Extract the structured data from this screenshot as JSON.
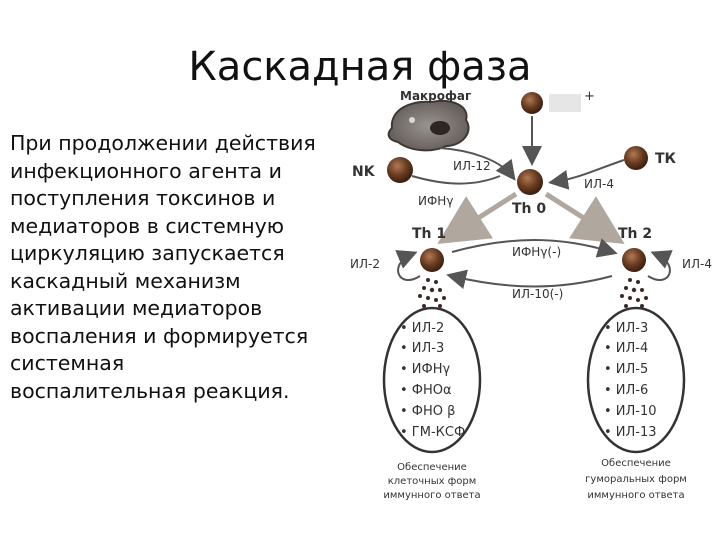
{
  "slide": {
    "title": "Каскадная фаза",
    "text_lines": [
      "При продолжении действия",
      "инфекционного агента и",
      "поступления токсинов и",
      "медиаторов в системную",
      "циркуляцию запускается",
      "каскадный механизм",
      "активации медиаторов",
      "воспаления и  формируется",
      "системная",
      "воспалительная реакция."
    ]
  },
  "diagram": {
    "macrophage": "Макрофаг",
    "plus": "+",
    "nk": "NK",
    "tk": "ТК",
    "il12": "ИЛ-12",
    "ifng_nk": "ИФНγ",
    "il4_tk": "ИЛ-4",
    "th0": "Th 0",
    "th1": "Th 1",
    "th2": "Th 2",
    "il2_left": "ИЛ-2",
    "il4_right": "ИЛ-4",
    "ifng_inhibit": "ИФНγ(-)",
    "il10_inhibit": "ИЛ-10(-)",
    "th1_cytokines": [
      "• ИЛ-2",
      "• ИЛ-3",
      "• ИФНγ",
      "• ФНОα",
      "• ФНО β",
      "• ГМ-КСФ"
    ],
    "th2_cytokines": [
      "• ИЛ-3",
      "• ИЛ-4",
      "• ИЛ-5",
      "• ИЛ-6",
      "• ИЛ-10",
      "• ИЛ-13"
    ],
    "caption_left": [
      "Обеспечение",
      "клеточных форм",
      "иммунного ответа"
    ],
    "caption_right": [
      "Обеспечение",
      "гуморальных форм",
      "иммунного ответа"
    ]
  },
  "colors": {
    "cell_dark": "#4a2a1a",
    "cell_mid": "#8a5a3a",
    "arrow": "#555555",
    "arrow_light": "#b0a79f"
  }
}
